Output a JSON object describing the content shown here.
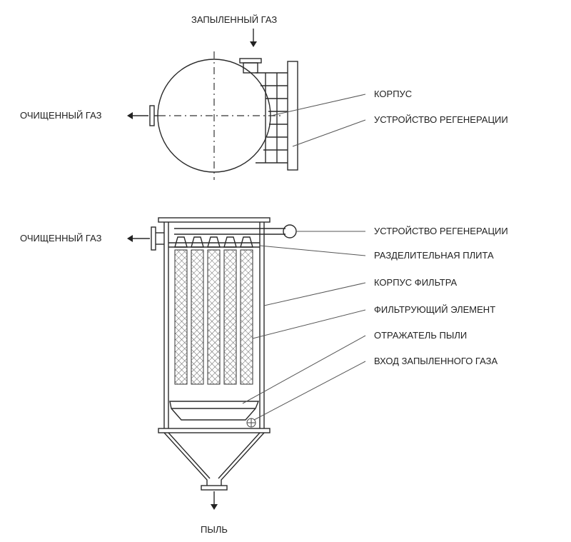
{
  "top_view": {
    "inlet_label": "ЗАПЫЛЕННЫЙ ГАЗ",
    "outlet_label": "ОЧИЩЕННЫЙ ГАЗ",
    "callouts": [
      "КОРПУС",
      "УСТРОЙСТВО РЕГЕНЕРАЦИИ"
    ]
  },
  "side_view": {
    "outlet_label": "ОЧИЩЕННЫЙ ГАЗ",
    "dust_label": "ПЫЛЬ",
    "callouts": [
      "УСТРОЙСТВО РЕГЕНЕРАЦИИ",
      "РАЗДЕЛИТЕЛЬНАЯ ПЛИТА",
      "КОРПУС ФИЛЬТРА",
      "ФИЛЬТРУЮЩИЙ ЭЛЕМЕНТ",
      "ОТРАЖАТЕЛЬ ПЫЛИ",
      "ВХОД ЗАПЫЛЕННОГО ГАЗА"
    ]
  }
}
